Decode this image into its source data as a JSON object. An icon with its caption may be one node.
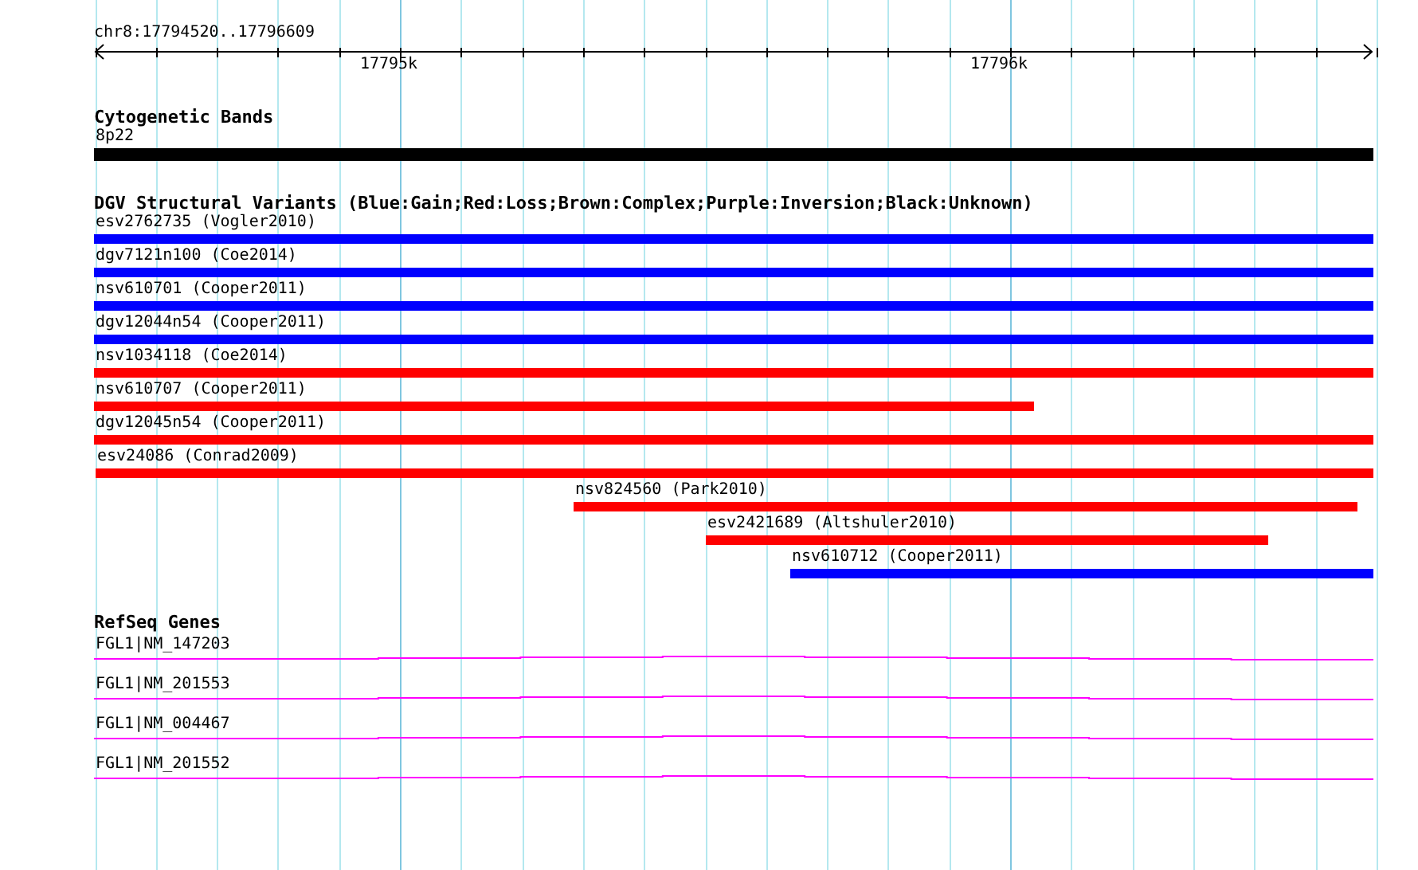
{
  "diagram": {
    "nodes": [
      {
        "text": [
          "8p22"
        ]
      },
      {
        "text": [
          "esv2762735 (Vogler2010)"
        ]
      },
      {
        "text": [
          "dgv7121n100 (Coe2014)"
        ]
      },
      {
        "text": [
          "nsv610701 (Cooper2011)"
        ]
      },
      {
        "text": [
          "dgv12044n54 (Cooper2011)"
        ]
      },
      {
        "text": [
          "nsv1034118 (Coe2014)"
        ]
      },
      {
        "text": [
          "nsv610707 (Cooper2011)"
        ]
      },
      {
        "text": [
          "dgv12045n54 (Cooper2011)"
        ]
      },
      {
        "text": [
          "esv24086 (Conrad2009)"
        ]
      },
      {
        "text": [
          "nsv824560 (Park2010)"
        ]
      },
      {
        "text": [
          "esv2421689 (Altshuler2010)"
        ]
      },
      {
        "text": [
          "nsv610712 (Cooper2011)"
        ]
      },
      {
        "text": [
          "FGL1|NM_147203"
        ]
      },
      {
        "text": [
          "FGL1|NM_201553"
        ]
      },
      {
        "text": [
          "FGL1|NM_004467"
        ]
      },
      {
        "text": [
          "FGL1|NM_201552"
        ]
      }
    ],
    "labels": [
      "chr8:17794520..17796609",
      "17795k",
      "17796k",
      "Cytogenetic Bands",
      "DGV Structural Variants (Blue:Gain;Red:Loss;Brown:Complex;Purple:Inversion;Black:Unknown)",
      "RefSeq Genes"
    ]
  }
}
